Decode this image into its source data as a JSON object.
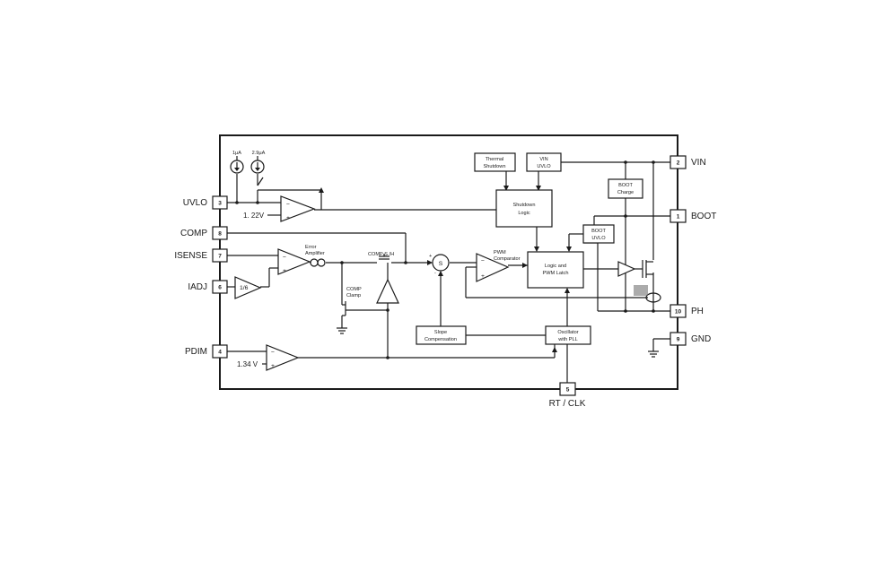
{
  "pins": {
    "vin": {
      "name": "VIN",
      "number": "2"
    },
    "boot": {
      "name": "BOOT",
      "number": "1"
    },
    "ph": {
      "name": "PH",
      "number": "10"
    },
    "gnd": {
      "name": "GND",
      "number": "9"
    },
    "uvlo": {
      "name": "UVLO",
      "number": "3"
    },
    "comp": {
      "name": "COMP",
      "number": "8"
    },
    "isense": {
      "name": "ISENSE",
      "number": "7"
    },
    "iadj": {
      "name": "IADJ",
      "number": "6"
    },
    "pdim": {
      "name": "PDIM",
      "number": "4"
    },
    "rtclk": {
      "name": "RT / CLK",
      "number": "5"
    }
  },
  "blocks": {
    "thermal": [
      "Thermal",
      "Shutdown"
    ],
    "vin_uvlo": [
      "VIN",
      "UVLO"
    ],
    "boot_charge": [
      "BOOT",
      "Charge"
    ],
    "shutdown": [
      "Shutdown",
      "Logic"
    ],
    "boot_uvlo": [
      "BOOT",
      "UVLO"
    ],
    "logic_latch": [
      "Logic and",
      "PWM Latch"
    ],
    "slope": [
      "Slope",
      "Compensation"
    ],
    "oscillator": [
      "Oscillator",
      "with PLL"
    ]
  },
  "labels": {
    "current_1": "1μA",
    "current_2": "2.9μA",
    "ref_uvlo": "1. 22V",
    "ref_pdim": "1.34 V",
    "error_amp": [
      "Error",
      "Amplifier"
    ],
    "comp_sh": "COMP S /H",
    "comp_clamp": [
      "COMP",
      "Clamp"
    ],
    "pwm_comp": [
      "PWM",
      "Comparator"
    ],
    "iadj_gain": "1/6",
    "sum": "S",
    "minus": "−",
    "plus": "+",
    "sum_plus": "+",
    "sum_minus": "-"
  }
}
